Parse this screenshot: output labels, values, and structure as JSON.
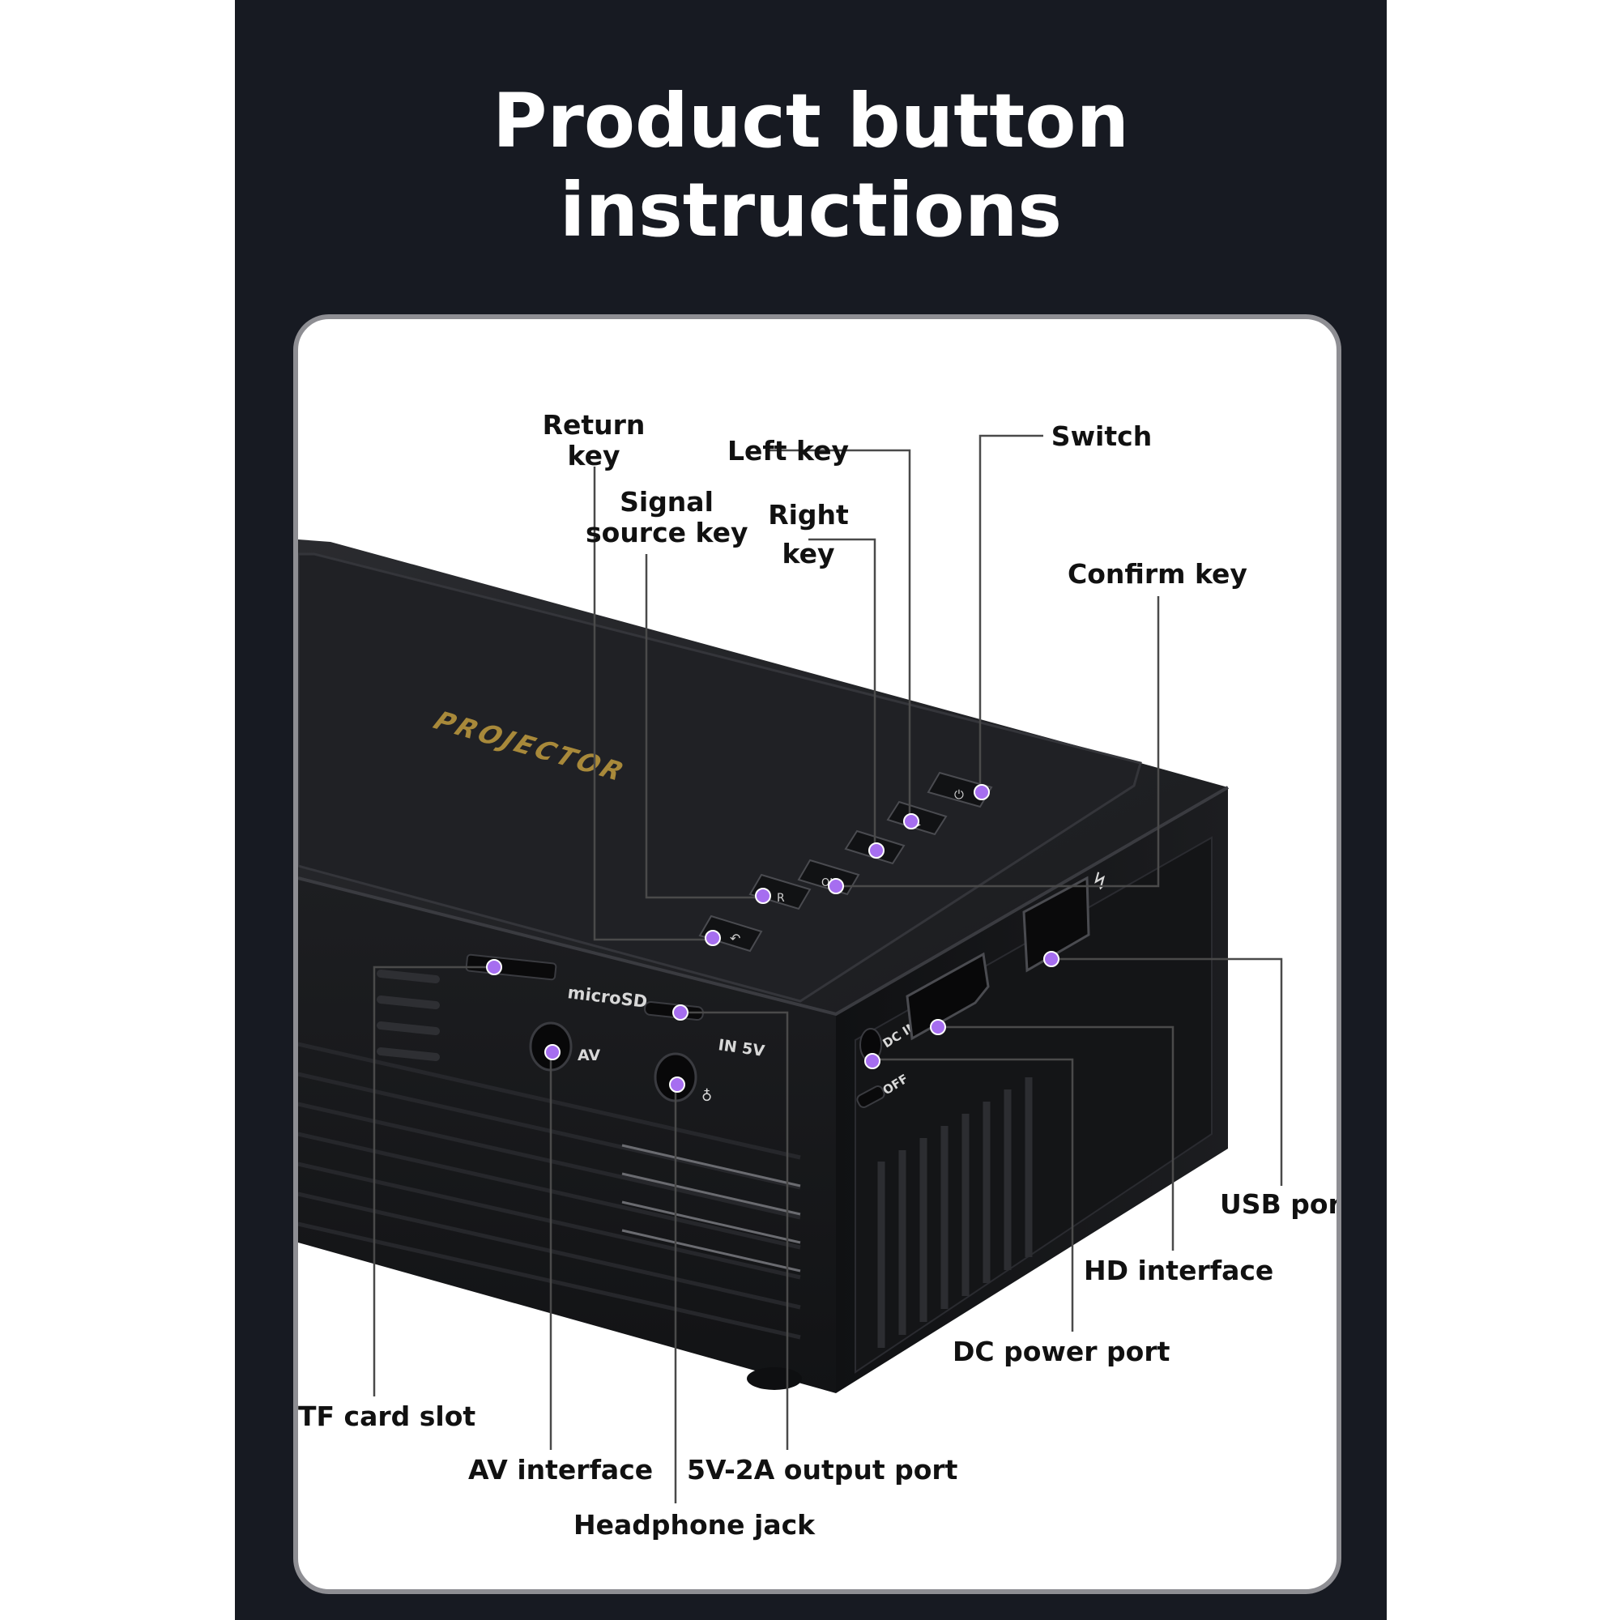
{
  "title": "Product button instructions",
  "device": {
    "brand": "PROJECTOR",
    "port_markings": {
      "microsd": "microSD",
      "in5v": "IN 5V",
      "av": "AV",
      "dcin": "DC IN",
      "off": "OFF"
    }
  },
  "callouts": {
    "return_key": [
      "Return",
      "key"
    ],
    "signal_source_key": [
      "Signal",
      "source key"
    ],
    "left_key": [
      "Left key"
    ],
    "right_key": [
      "Right",
      "key"
    ],
    "switch": [
      "Switch"
    ],
    "confirm_key": [
      "Confirm key"
    ],
    "usb_port": [
      "USB port"
    ],
    "hd_interface": [
      "HD interface"
    ],
    "dc_power_port": [
      "DC power port"
    ],
    "tf_card_slot": [
      "TF card slot"
    ],
    "av_interface": [
      "AV interface"
    ],
    "output_port_5v2a": [
      "5V-2A output port"
    ],
    "headphone_jack": [
      "Headphone jack"
    ]
  },
  "colors": {
    "background": "#171a22",
    "card": "#ffffff",
    "card_border": "#8e8e93",
    "device_body": "#1b1c1f",
    "brand_gold": "#a8893a",
    "marker": "#a66ef0",
    "leader_line": "#4a4a4a"
  }
}
